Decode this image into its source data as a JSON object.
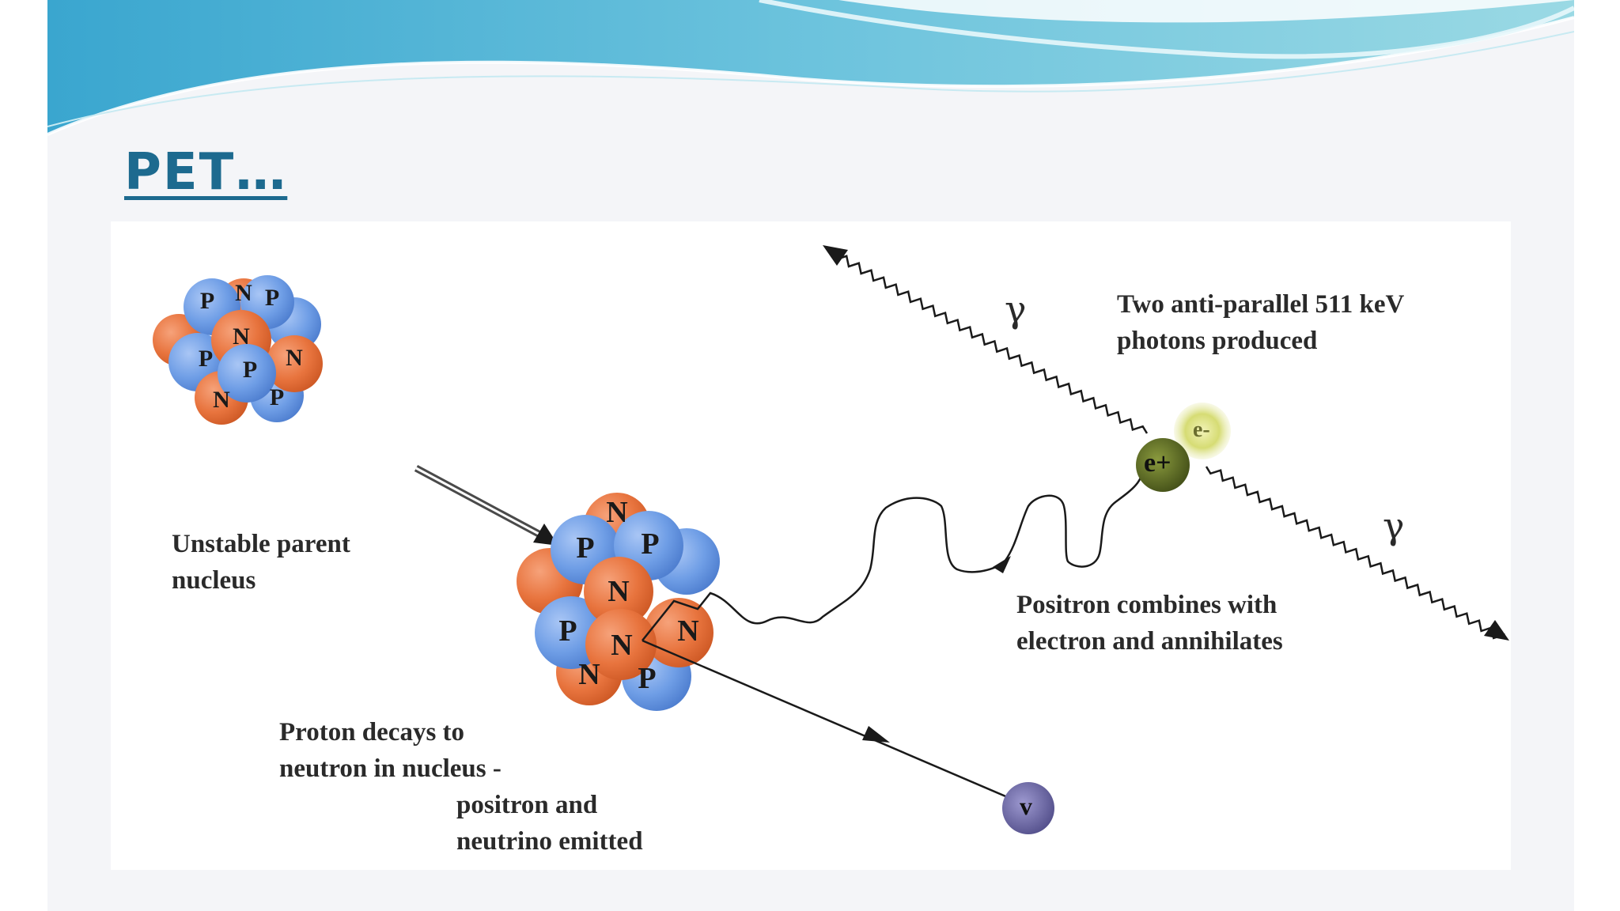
{
  "slide": {
    "title": "PET…"
  },
  "diagram": {
    "parent_nucleus_label": [
      "Unstable parent",
      "nucleus"
    ],
    "decay_label": [
      "Proton decays to",
      "neutron in nucleus -"
    ],
    "decay_label_cont": [
      "positron and",
      "neutrino emitted"
    ],
    "annihilation_label": [
      "Positron combines with",
      "electron and annihilates"
    ],
    "photons_label": [
      "Two anti-parallel 511 keV",
      "photons produced"
    ],
    "gamma_symbol": "γ",
    "positron_symbol": "e+",
    "electron_symbol": "e-",
    "neutrino_symbol": "v",
    "proton_symbol": "P",
    "neutron_symbol": "N"
  },
  "colors": {
    "proton": "#6f9ee6",
    "neutron": "#e8743e",
    "positron": "#4d5b1c",
    "electron": "#d6dc74",
    "neutrino": "#6e6aa6",
    "title": "#1d6a8f",
    "header_wave": "#5fb7d6"
  }
}
